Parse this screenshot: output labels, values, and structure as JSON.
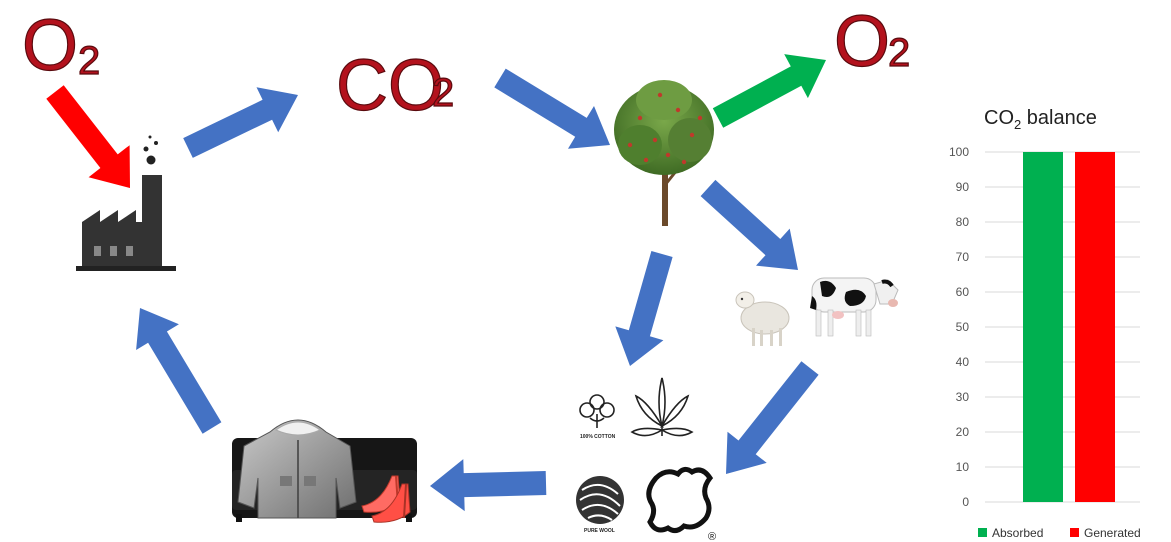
{
  "diagram": {
    "labels": {
      "o2_left": {
        "main": "O",
        "sub": "2"
      },
      "co2": {
        "main": "CO",
        "sub": "2"
      },
      "o2_right": {
        "main": "O",
        "sub": "2"
      }
    },
    "badges": {
      "cotton": "100% COTTON",
      "wool": "PURE WOOL",
      "registered": "®"
    },
    "colors": {
      "cycle_arrow": "#4472c4",
      "input_arrow": "#ff0000",
      "output_arrow": "#00b050",
      "label_red": "#b3121d"
    },
    "icons": [
      "factory-icon",
      "tree-icon",
      "sheep-icon",
      "cow-icon",
      "cotton-icon",
      "hemp-leaf-icon",
      "wool-icon",
      "leather-icon",
      "jacket-icon",
      "sofa-icon",
      "shoes-icon"
    ]
  },
  "chart_data": {
    "type": "bar",
    "title_main": "CO",
    "title_sub": "2",
    "title_rest": " balance",
    "categories": [
      "Absorbed",
      "Generated"
    ],
    "series": [
      {
        "name": "Absorbed",
        "values": [
          100
        ],
        "color": "#00b050"
      },
      {
        "name": "Generated",
        "values": [
          100
        ],
        "color": "#ff0000"
      }
    ],
    "ylim": [
      0,
      100
    ],
    "yticks": [
      "0",
      "10",
      "20",
      "30",
      "40",
      "50",
      "60",
      "70",
      "80",
      "90",
      "100"
    ],
    "grid": true,
    "legend": "bottom"
  }
}
